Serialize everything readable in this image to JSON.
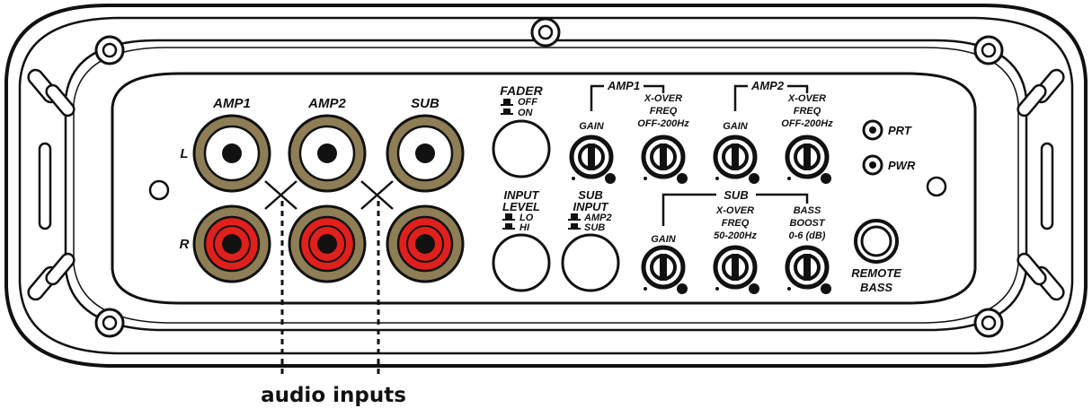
{
  "panel": {
    "rca_groups": [
      "AMP1",
      "AMP2",
      "SUB"
    ],
    "channel_left": "L",
    "channel_right": "R",
    "fader": {
      "title": "FADER",
      "opt1": "OFF",
      "opt2": "ON"
    },
    "input_level": {
      "title1": "INPUT",
      "title2": "LEVEL",
      "opt1": "LO",
      "opt2": "HI"
    },
    "sub_input": {
      "title1": "SUB",
      "title2": "INPUT",
      "opt1": "AMP2",
      "opt2": "SUB"
    },
    "amp1": {
      "title": "AMP1",
      "gain": "GAIN",
      "xover1": "X-OVER",
      "xover2": "FREQ",
      "xover3": "OFF-200Hz"
    },
    "amp2": {
      "title": "AMP2",
      "gain": "GAIN",
      "xover1": "X-OVER",
      "xover2": "FREQ",
      "xover3": "OFF-200Hz"
    },
    "sub": {
      "title": "SUB",
      "gain": "GAIN",
      "xover1": "X-OVER",
      "xover2": "FREQ",
      "xover3": "50-200Hz",
      "boost1": "BASS",
      "boost2": "BOOST",
      "boost3": "0-6  (dB)"
    },
    "prt": "PRT",
    "pwr": "PWR",
    "remote1": "REMOTE",
    "remote2": "BASS"
  },
  "caption": "audio inputs",
  "colors": {
    "white_rca": "#ffffff",
    "red_rca": "#e0201c",
    "ring": "#8d7e55",
    "line": "#111111"
  }
}
